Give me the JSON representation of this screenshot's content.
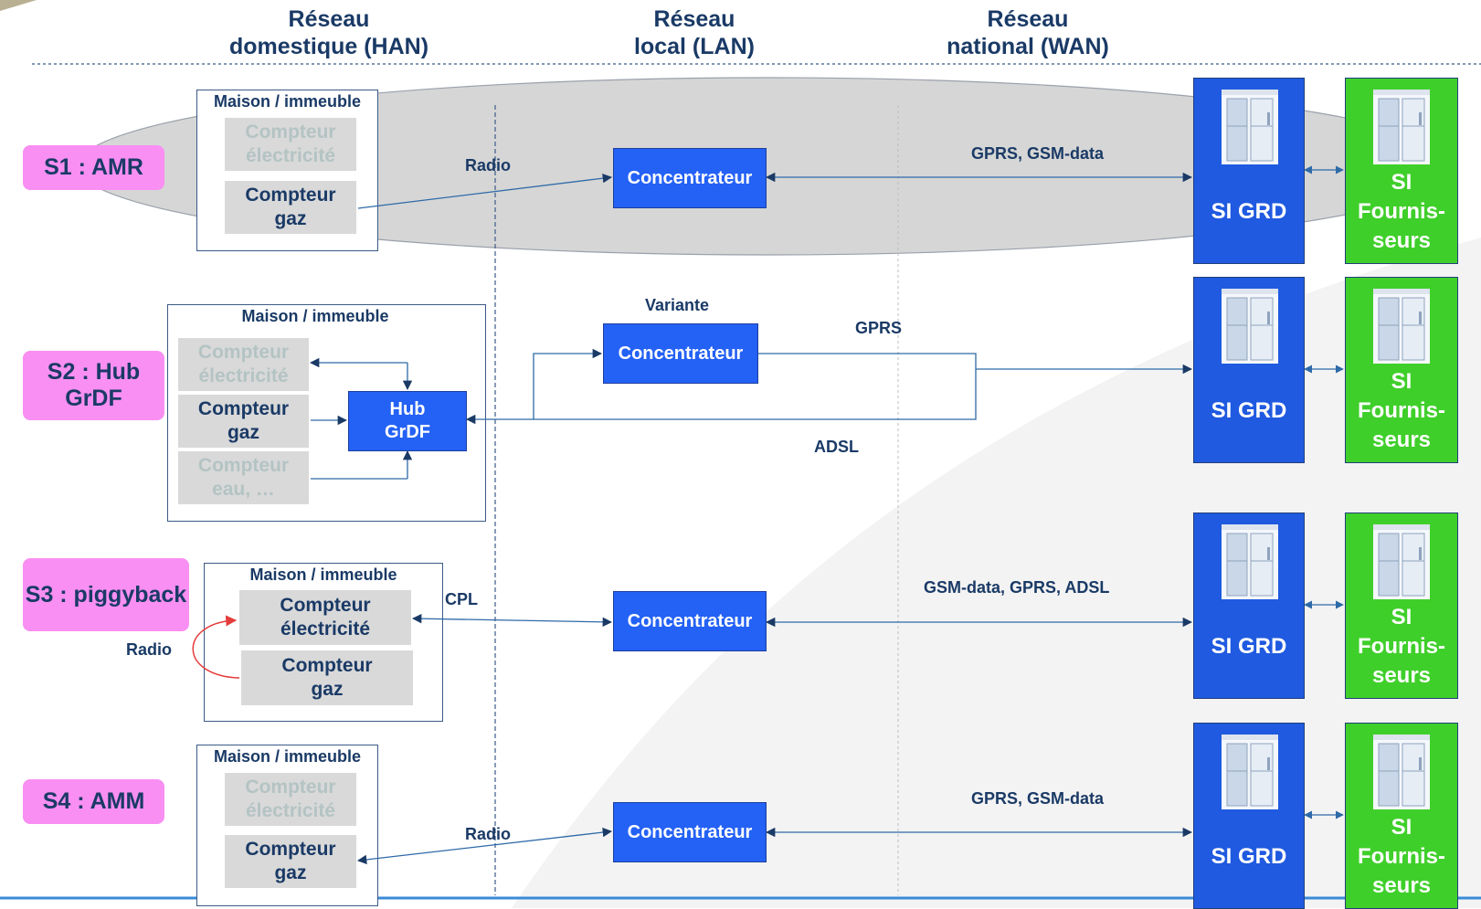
{
  "columns": {
    "han": "Réseau\ndomestique (HAN)",
    "lan": "Réseau\nlocal (LAN)",
    "wan": "Réseau\nnational (WAN)"
  },
  "house_label": "Maison / immeuble",
  "concentrator_label": "Concentrateur",
  "si_grd_label": "SI GRD",
  "si_fournisseurs_label": "SI\nFournis-\nseurs",
  "colors": {
    "scenario_bg": "#f98ff2",
    "concentrator_bg": "#2461f5",
    "si_grd_bg": "#1f5ae0",
    "si_fournisseurs_bg": "#3fcf2a",
    "text_dark": "#1a3a66",
    "link_line": "#2e6aa8",
    "radio_arrow": "#e53b3b"
  },
  "scenarios": [
    {
      "label": "S1 : AMR",
      "meters": [
        {
          "text": "Compteur\nélectricité",
          "state": "dim"
        },
        {
          "text": "Compteur\ngaz",
          "state": "active"
        }
      ],
      "home_link": "Radio",
      "wan_link": "GPRS, GSM-data"
    },
    {
      "label": "S2 : Hub\nGrDF",
      "meters": [
        {
          "text": "Compteur\nélectricité",
          "state": "dim"
        },
        {
          "text": "Compteur\ngaz",
          "state": "active"
        },
        {
          "text": "Compteur\neau, …",
          "state": "dim"
        }
      ],
      "hub": "Hub\nGrDF",
      "variant": "Variante",
      "wan_link": "GPRS",
      "wan_link_alt": "ADSL"
    },
    {
      "label": "S3 :\npiggyback",
      "meters": [
        {
          "text": "Compteur\nélectricité",
          "state": "active"
        },
        {
          "text": "Compteur\ngaz",
          "state": "active"
        }
      ],
      "internal_link": "Radio",
      "home_link": "CPL",
      "wan_link": "GSM-data, GPRS, ADSL"
    },
    {
      "label": "S4 : AMM",
      "meters": [
        {
          "text": "Compteur\nélectricité",
          "state": "dim"
        },
        {
          "text": "Compteur\ngaz",
          "state": "active"
        }
      ],
      "home_link": "Radio",
      "wan_link": "GPRS, GSM-data"
    }
  ]
}
